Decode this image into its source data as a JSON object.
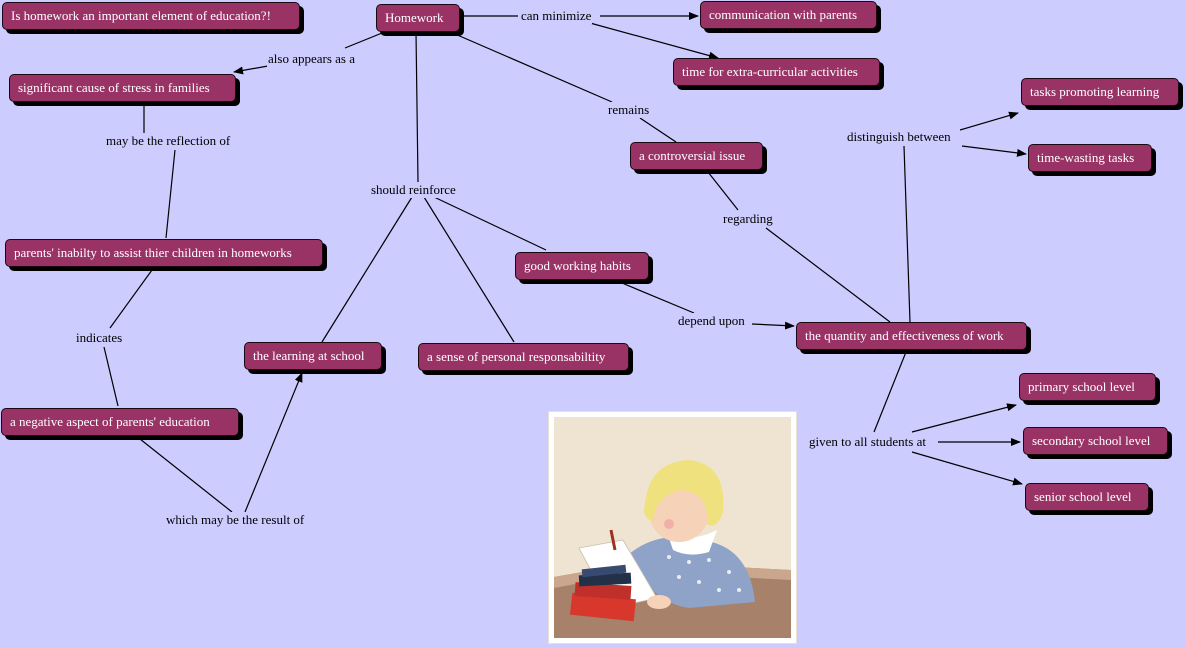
{
  "colors": {
    "background": "#ccccff",
    "node_fill": "#993366",
    "node_text": "#ffffff",
    "node_shadow": "#000000",
    "line": "#000000"
  },
  "nodes": {
    "question": "Is homework an important element of education?!",
    "homework": "Homework",
    "communication": "communication with parents",
    "extra_curricular": "time for extra-curricular activities",
    "stress": "significant cause of stress in families",
    "tasks_learning": "tasks promoting learning",
    "controversial": "a controversial issue",
    "time_wasting": "time-wasting tasks",
    "parents_inability": "parents' inabilty to assist thier children in homeworks",
    "working_habits": "good working habits",
    "quantity": "the quantity and effectiveness of work",
    "learning_school": "the learning at school",
    "responsibility": "a sense of personal responsabiltity",
    "primary": "primary school level",
    "negative_aspect": "a negative aspect of parents' education",
    "secondary": "secondary school level",
    "senior": "senior school level"
  },
  "link_labels": {
    "can_minimize": "can minimize",
    "also_appears_as": "also appears as a",
    "remains": "remains",
    "may_be_reflection": "may be the reflection of",
    "distinguish_between": "distinguish between",
    "should_reinforce": "should reinforce",
    "regarding": "regarding",
    "indicates": "indicates",
    "depend_upon": "depend upon",
    "given_to_all": "given to all students at",
    "result_of": "which may be the result of"
  },
  "image": {
    "description_icon": "child-doing-homework-illustration"
  }
}
